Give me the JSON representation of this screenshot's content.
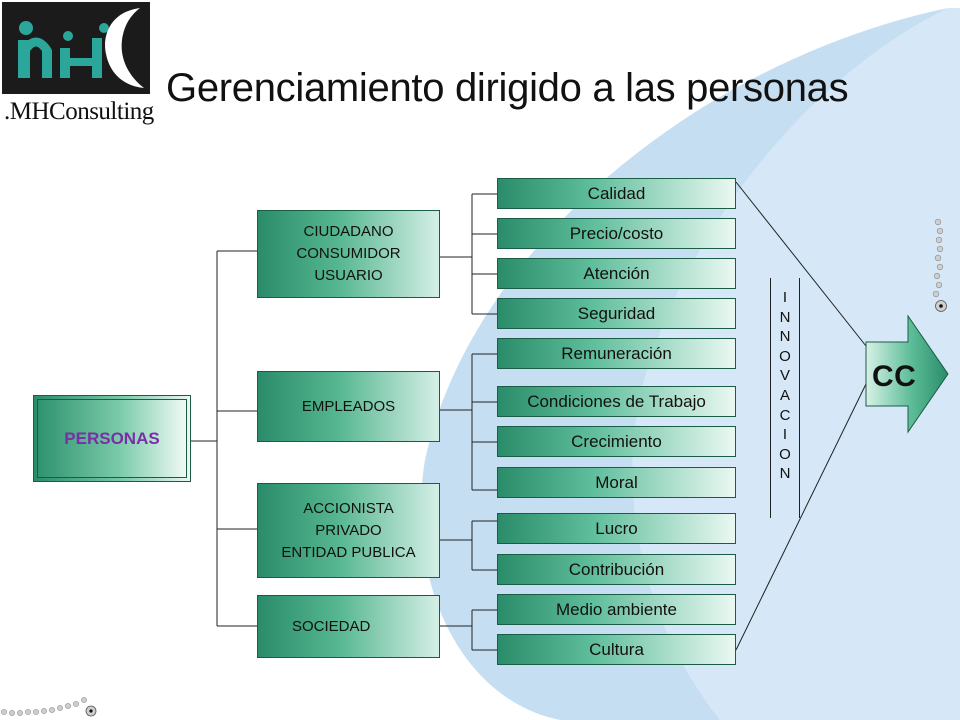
{
  "header": {
    "logo_text": ".MHConsulting",
    "title": "Gerenciamiento dirigido a las personas"
  },
  "root": {
    "label": "PERSONAS"
  },
  "groups": [
    {
      "lines": [
        "CIUDADANO",
        "CONSUMIDOR",
        "USUARIO"
      ]
    },
    {
      "lines": [
        "EMPLEADOS"
      ]
    },
    {
      "lines": [
        "ACCIONISTA",
        "PRIVADO",
        "ENTIDAD PUBLICA"
      ]
    },
    {
      "lines": [
        "SOCIEDAD"
      ]
    }
  ],
  "items": [
    "Calidad",
    "Precio/costo",
    "Atención",
    "Seguridad",
    "Remuneración",
    "Condiciones de Trabajo",
    "Crecimiento",
    "Moral",
    "Lucro",
    "Contribución",
    "Medio ambiente",
    "Cultura"
  ],
  "innovation": {
    "letters": [
      "I",
      "N",
      "N",
      "O",
      "V",
      "A",
      "C",
      "I",
      "O",
      "N"
    ]
  },
  "target": {
    "label": "CC"
  },
  "colors": {
    "box_dark": "#2a8c6a",
    "box_light": "#eaf8f2",
    "root_text": "#7a2ea8",
    "swoosh": "#c6def2"
  }
}
